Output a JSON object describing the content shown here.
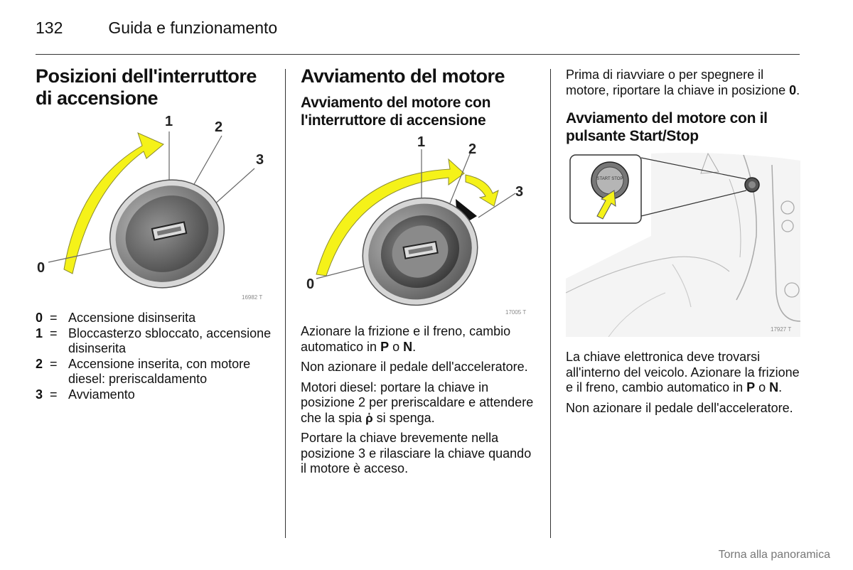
{
  "header": {
    "page_number": "132",
    "section": "Guida e funzionamento"
  },
  "col1": {
    "title": "Posizioni dell'interruttore di accensione",
    "figure": {
      "labels": [
        "0",
        "1",
        "2",
        "3"
      ],
      "id": "16982 T"
    },
    "legend": [
      {
        "key": "0",
        "text": "Accensione disinserita"
      },
      {
        "key": "1",
        "text": "Bloccasterzo sbloccato, accensione disinserita"
      },
      {
        "key": "2",
        "text": "Accensione inserita, con motore diesel: preriscaldamento"
      },
      {
        "key": "3",
        "text": "Avviamento"
      }
    ]
  },
  "col2": {
    "title": "Avviamento del motore",
    "subtitle": "Avviamento del motore con l'interruttore di accensione",
    "figure": {
      "labels": [
        "0",
        "1",
        "2",
        "3"
      ],
      "id": "17005 T"
    },
    "p1a": "Azionare la frizione e il freno, cambio automatico in ",
    "p1_P": "P",
    "p1_o": " o ",
    "p1_N": "N",
    "p1_end": ".",
    "p2": "Non azionare il pedale dell'acceleratore.",
    "p3a": "Motori diesel: portare la chiave in posizione 2 per preriscaldare e attendere che la spia ",
    "p3_icon": "ῥ",
    "p3b": " si spenga.",
    "p4": "Portare la chiave brevemente nella posizione 3 e rilasciare la chiave quando il motore è acceso."
  },
  "col3": {
    "p0a": "Prima di riavviare o per spegnere il motore, riportare la chiave in posizione ",
    "p0_0": "0",
    "p0_end": ".",
    "subtitle": "Avviamento del motore con il pulsante Start/Stop",
    "figure": {
      "button_text": "START STOP",
      "id": "17927 T"
    },
    "p1a": "La chiave elettronica deve trovarsi all'interno del veicolo. Azionare la frizione e il freno, cambio automatico in ",
    "p1_P": "P",
    "p1_o": " o ",
    "p1_N": "N",
    "p1_end": ".",
    "p2": "Non azionare il pedale dell'acceleratore."
  },
  "footer": {
    "link": "Torna alla panoramica"
  },
  "colors": {
    "arrow_yellow": "#f5f219",
    "text": "#111111",
    "footer_gray": "#777777"
  }
}
